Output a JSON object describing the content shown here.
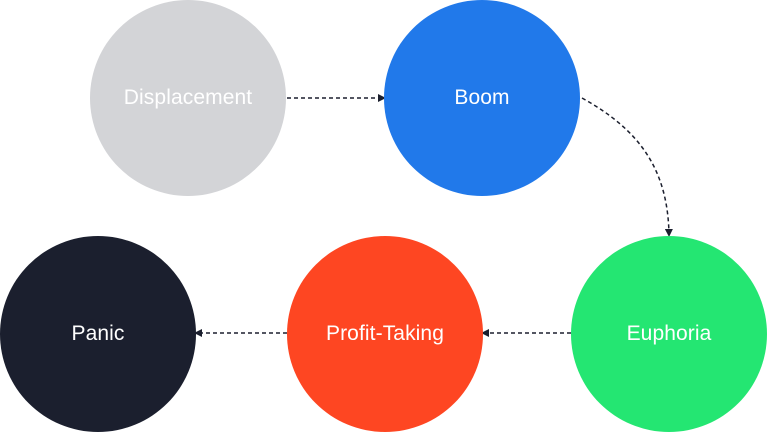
{
  "diagram": {
    "nodes": [
      {
        "id": "displacement",
        "label": "Displacement",
        "color": "#d3d4d7"
      },
      {
        "id": "boom",
        "label": "Boom",
        "color": "#2179ea"
      },
      {
        "id": "euphoria",
        "label": "Euphoria",
        "color": "#24e672"
      },
      {
        "id": "profit",
        "label": "Profit-Taking",
        "color": "#fe4622"
      },
      {
        "id": "panic",
        "label": "Panic",
        "color": "#1b1f2e"
      }
    ],
    "edges": [
      {
        "from": "displacement",
        "to": "boom",
        "style": "dashed"
      },
      {
        "from": "boom",
        "to": "euphoria",
        "style": "dashed"
      },
      {
        "from": "euphoria",
        "to": "profit",
        "style": "dashed"
      },
      {
        "from": "profit",
        "to": "panic",
        "style": "dashed"
      }
    ],
    "edge_color": "#1b1f2e"
  }
}
